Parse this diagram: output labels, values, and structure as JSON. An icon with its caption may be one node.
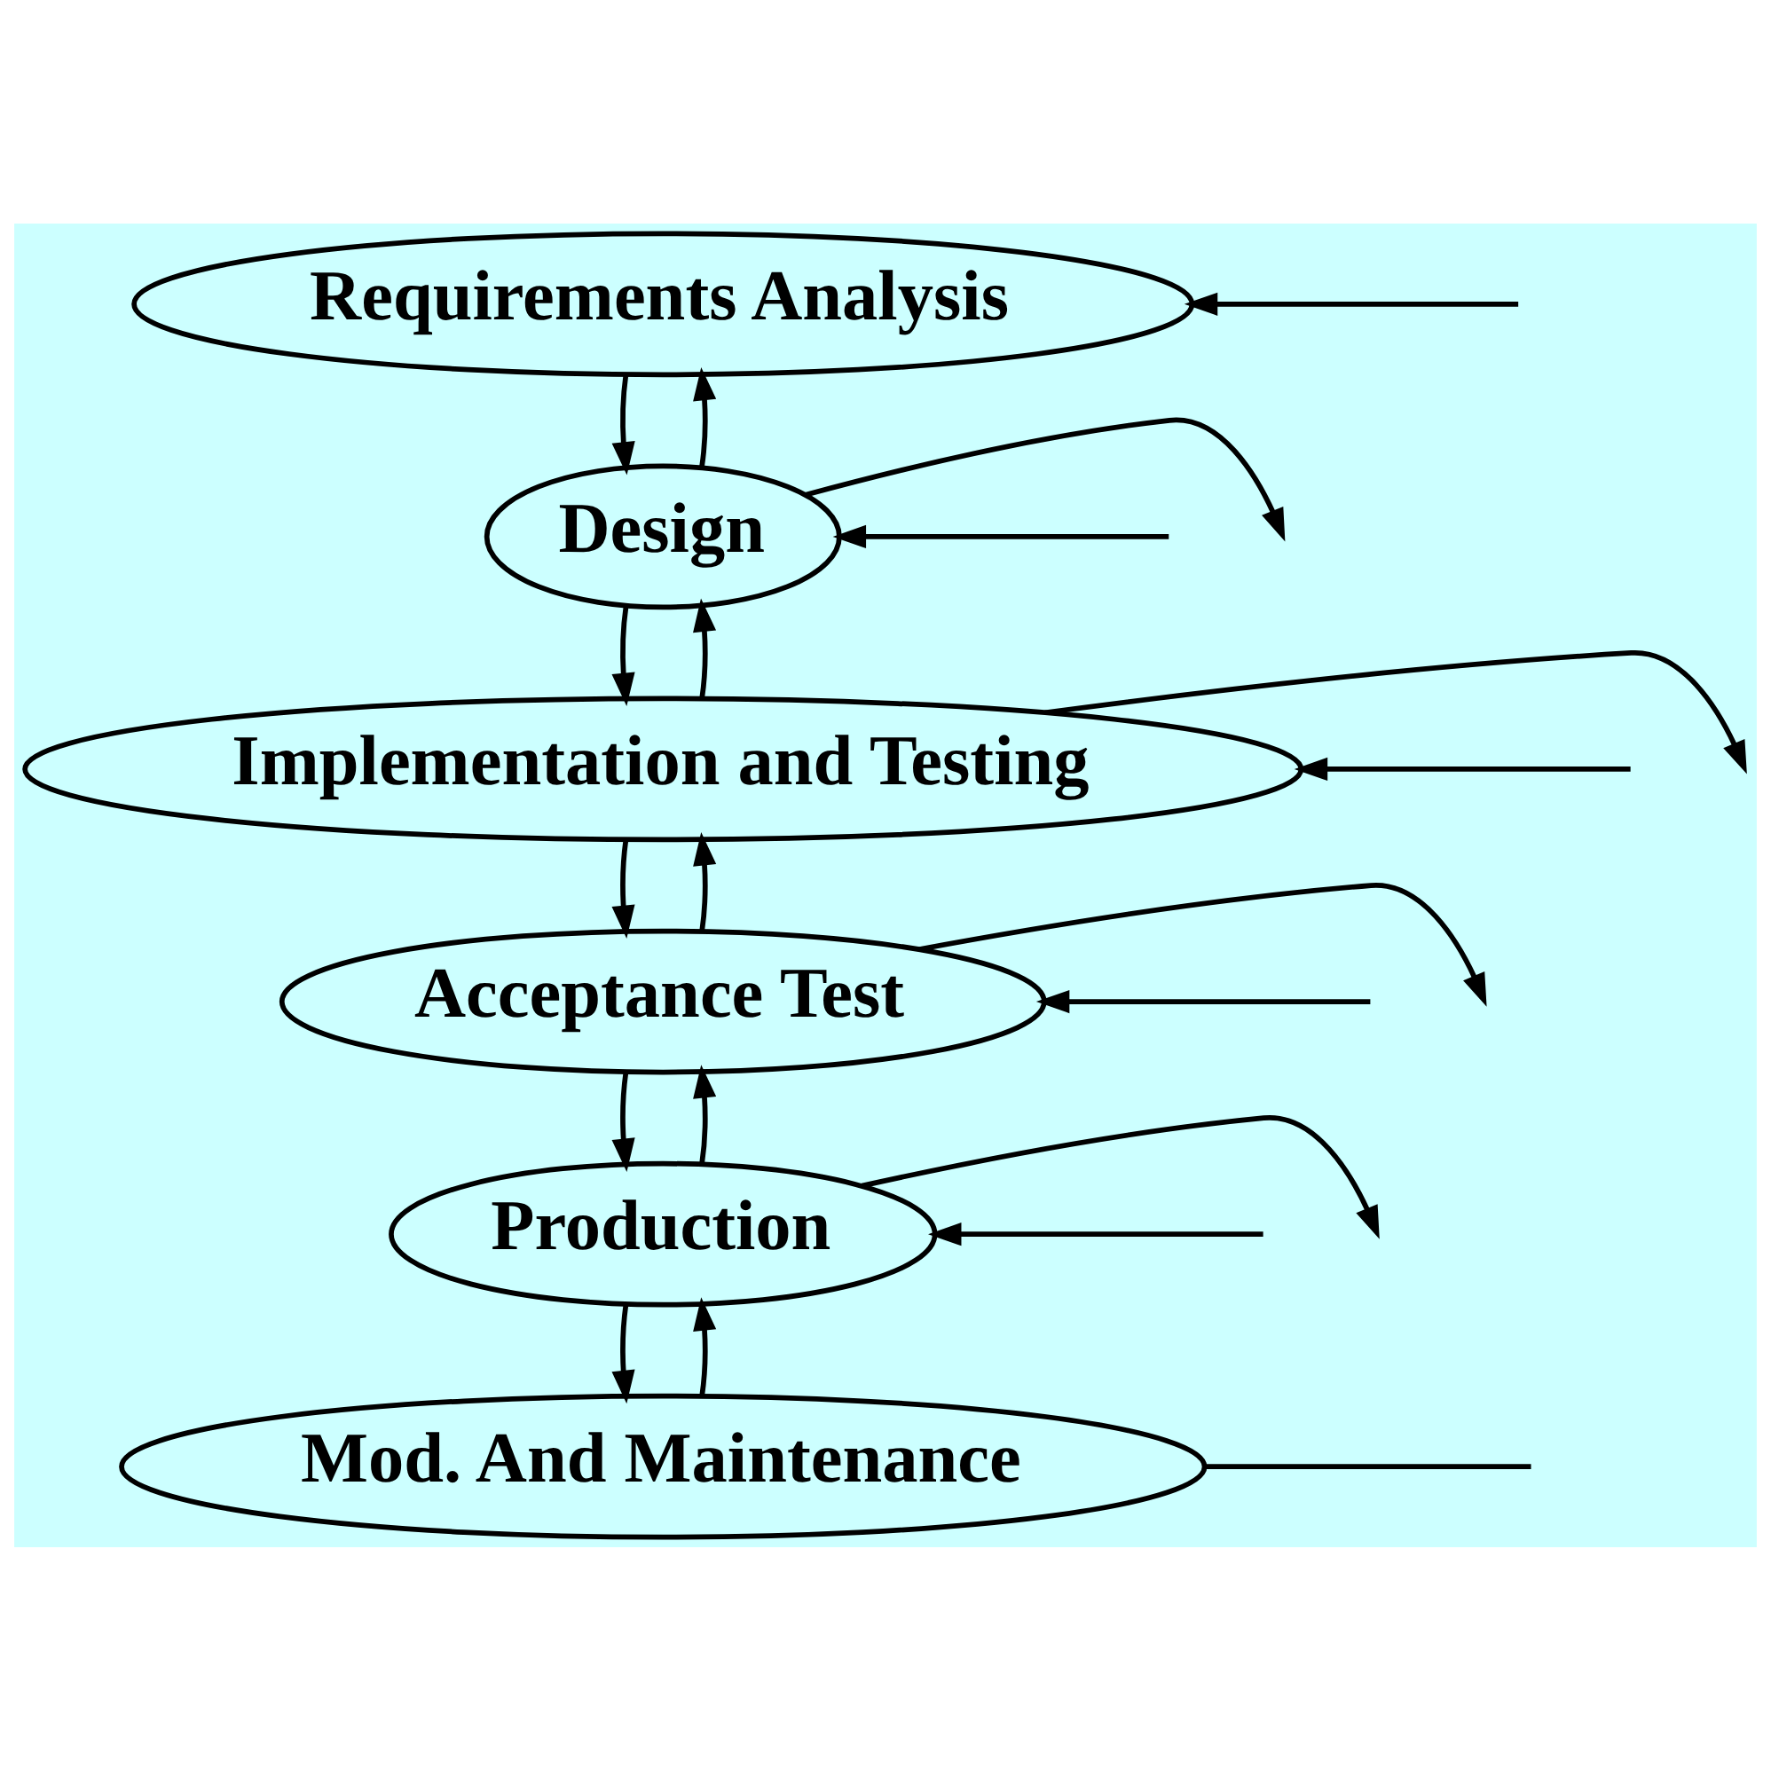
{
  "diagram": {
    "nodes": [
      {
        "text": [
          "Requirements Analysis"
        ]
      },
      {
        "text": [
          "Design"
        ]
      },
      {
        "text": [
          "Implementation and Testing"
        ]
      },
      {
        "text": [
          "Acceptance Test"
        ]
      },
      {
        "text": [
          "Production"
        ]
      },
      {
        "text": [
          "Mod. And Maintenance"
        ]
      }
    ],
    "edges": [
      {
        "from": 0,
        "to": 1,
        "arrow": "to"
      },
      {
        "from": 1,
        "to": 0,
        "arrow": "to"
      },
      {
        "from": 1,
        "to": 2,
        "arrow": "to"
      },
      {
        "from": 2,
        "to": 1,
        "arrow": "to"
      },
      {
        "from": 2,
        "to": 3,
        "arrow": "to"
      },
      {
        "from": 3,
        "to": 2,
        "arrow": "to"
      },
      {
        "from": 3,
        "to": 4,
        "arrow": "to"
      },
      {
        "from": 4,
        "to": 3,
        "arrow": "to"
      },
      {
        "from": 4,
        "to": 5,
        "arrow": "to"
      },
      {
        "from": 5,
        "to": 4,
        "arrow": "to"
      },
      {
        "from": null,
        "to": 0,
        "arrow": "to"
      },
      {
        "from": 1,
        "to": null,
        "arrow": "to"
      },
      {
        "from": null,
        "to": 1,
        "arrow": "to"
      },
      {
        "from": 2,
        "to": null,
        "arrow": "to"
      },
      {
        "from": null,
        "to": 2,
        "arrow": "to"
      },
      {
        "from": 3,
        "to": null,
        "arrow": "to"
      },
      {
        "from": null,
        "to": 3,
        "arrow": "to"
      },
      {
        "from": 4,
        "to": null,
        "arrow": "to"
      },
      {
        "from": null,
        "to": 4,
        "arrow": "to"
      },
      {
        "from": 5,
        "to": null,
        "arrow": "none"
      }
    ]
  }
}
